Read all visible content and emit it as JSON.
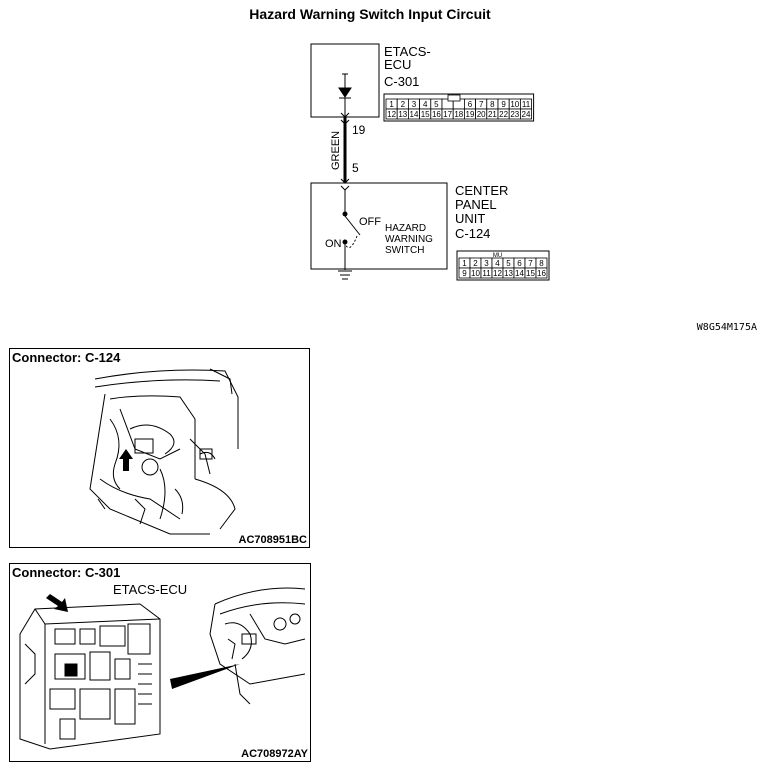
{
  "title": "Hazard Warning Switch Input Circuit",
  "drawing_code": "W8G54M175A",
  "ecu": {
    "name_line1": "ETACS-",
    "name_line2": "ECU",
    "connector": "C-301",
    "pins_top": [
      "1",
      "2",
      "3",
      "4",
      "5",
      "",
      "",
      "6",
      "7",
      "8",
      "9",
      "10",
      "11"
    ],
    "pins_bottom": [
      "12",
      "13",
      "14",
      "15",
      "16",
      "17",
      "18",
      "19",
      "20",
      "21",
      "22",
      "23",
      "24"
    ]
  },
  "wire": {
    "color_label": "GREEN",
    "pin_top": "19",
    "pin_bottom": "5"
  },
  "panel_unit": {
    "name_line1": "CENTER",
    "name_line2": "PANEL",
    "name_line3": "UNIT",
    "connector": "C-124",
    "connector_tag": "MU",
    "pins_top": [
      "1",
      "2",
      "3",
      "4",
      "5",
      "6",
      "7",
      "8"
    ],
    "pins_bottom": [
      "9",
      "10",
      "11",
      "12",
      "13",
      "14",
      "15",
      "16"
    ]
  },
  "switch": {
    "off_label": "OFF",
    "on_label": "ON",
    "name_line1": "HAZARD",
    "name_line2": "WARNING",
    "name_line3": "SWITCH"
  },
  "connector_c124": {
    "title": "Connector: C-124",
    "code": "AC708951BC"
  },
  "connector_c301": {
    "title": "Connector: C-301",
    "sub_label": "ETACS-ECU",
    "code": "AC708972AY"
  }
}
